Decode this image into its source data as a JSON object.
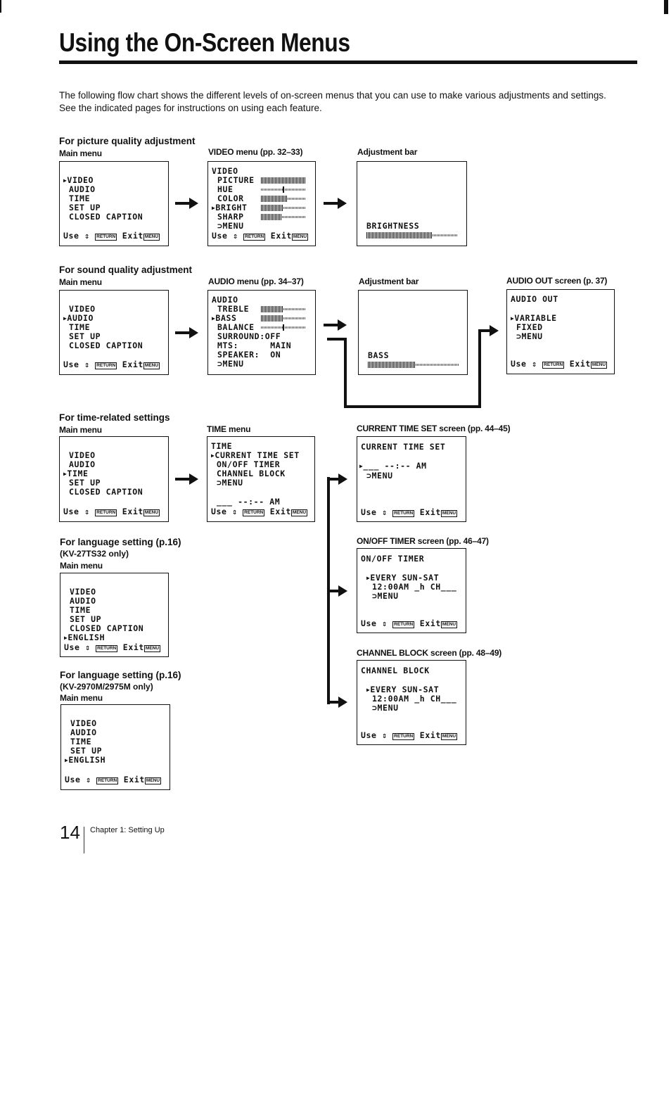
{
  "page": {
    "title": "Using the On-Screen Menus",
    "intro": "The following flow chart shows the different levels of on-screen menus that you can use to make various adjustments and settings. See the indicated pages for instructions on using each feature.",
    "page_number": "14",
    "chapter": "Chapter 1: Setting Up"
  },
  "common": {
    "use": "Use",
    "updown_icon": "⇕",
    "return_badge": "RETURN",
    "exit": "Exit",
    "menu_badge": "MENU",
    "pointer": "▶",
    "back_pointer": "⊃"
  },
  "picture": {
    "title": "For picture quality adjustment",
    "main_label": "Main menu",
    "video_label": "VIDEO menu (pp. 32–33)",
    "adj_label": "Adjustment bar",
    "main_items": [
      "VIDEO",
      "AUDIO",
      "TIME",
      "SET UP",
      "CLOSED CAPTION"
    ],
    "video_header": "VIDEO",
    "video_items": [
      "PICTURE",
      "HUE",
      "COLOR",
      "BRIGHT",
      "SHARP",
      "MENU"
    ],
    "video_levels": [
      1.0,
      0.5,
      0.6,
      0.48,
      0.45
    ],
    "adj_name": "BRIGHTNESS",
    "adj_level": 0.72
  },
  "sound": {
    "title": "For sound quality adjustment",
    "main_label": "Main menu",
    "audio_label": "AUDIO menu (pp. 34–37)",
    "adj_label": "Adjustment bar",
    "out_label": "AUDIO OUT screen (p. 37)",
    "main_items": [
      "VIDEO",
      "AUDIO",
      "TIME",
      "SET UP",
      "CLOSED CAPTION"
    ],
    "audio_header": "AUDIO",
    "audio_items": [
      "TREBLE",
      "BASS",
      "BALANCE",
      "SURROUND:OFF",
      "MTS:      MAIN",
      "SPEAKER:  ON",
      "MENU"
    ],
    "audio_levels": [
      0.5,
      0.5,
      0.5
    ],
    "adj_name": "BASS",
    "adj_level": 0.52,
    "out_header": "AUDIO OUT",
    "out_items": [
      "VARIABLE",
      "FIXED",
      "MENU"
    ]
  },
  "time": {
    "title": "For time-related settings",
    "main_label": "Main menu",
    "time_label": "TIME menu",
    "cts_label": "CURRENT TIME SET screen (pp. 44–45)",
    "onoff_label": "ON/OFF TIMER screen (pp. 46–47)",
    "cb_label": "CHANNEL BLOCK screen (pp. 48–49)",
    "main_items": [
      "VIDEO",
      "AUDIO",
      "TIME",
      "SET UP",
      "CLOSED CAPTION"
    ],
    "time_header": "TIME",
    "time_items": [
      "CURRENT TIME SET",
      "ON/OFF TIMER",
      "CHANNEL BLOCK",
      "MENU"
    ],
    "clock": "___ --:-- AM",
    "cts_header": "CURRENT TIME SET",
    "cts_value": "___ --:-- AM",
    "cts_menu": "MENU",
    "onoff_header": "ON/OFF TIMER",
    "onoff_days": "EVERY SUN-SAT",
    "onoff_time": "12:00AM _h CH___",
    "onoff_menu": "MENU",
    "cb_header": "CHANNEL BLOCK",
    "cb_days": "EVERY SUN-SAT",
    "cb_time": "12:00AM _h CH___",
    "cb_menu": "MENU"
  },
  "lang1": {
    "title": "For language setting (p.16)",
    "sub": "(KV-27TS32 only)",
    "main_label": "Main menu",
    "items": [
      "VIDEO",
      "AUDIO",
      "TIME",
      "SET UP",
      "CLOSED CAPTION",
      "ENGLISH"
    ]
  },
  "lang2": {
    "title": "For language setting (p.16)",
    "sub": "(KV-2970M/2975M only)",
    "main_label": "Main menu",
    "items": [
      "VIDEO",
      "AUDIO",
      "TIME",
      "SET UP",
      "ENGLISH"
    ]
  }
}
